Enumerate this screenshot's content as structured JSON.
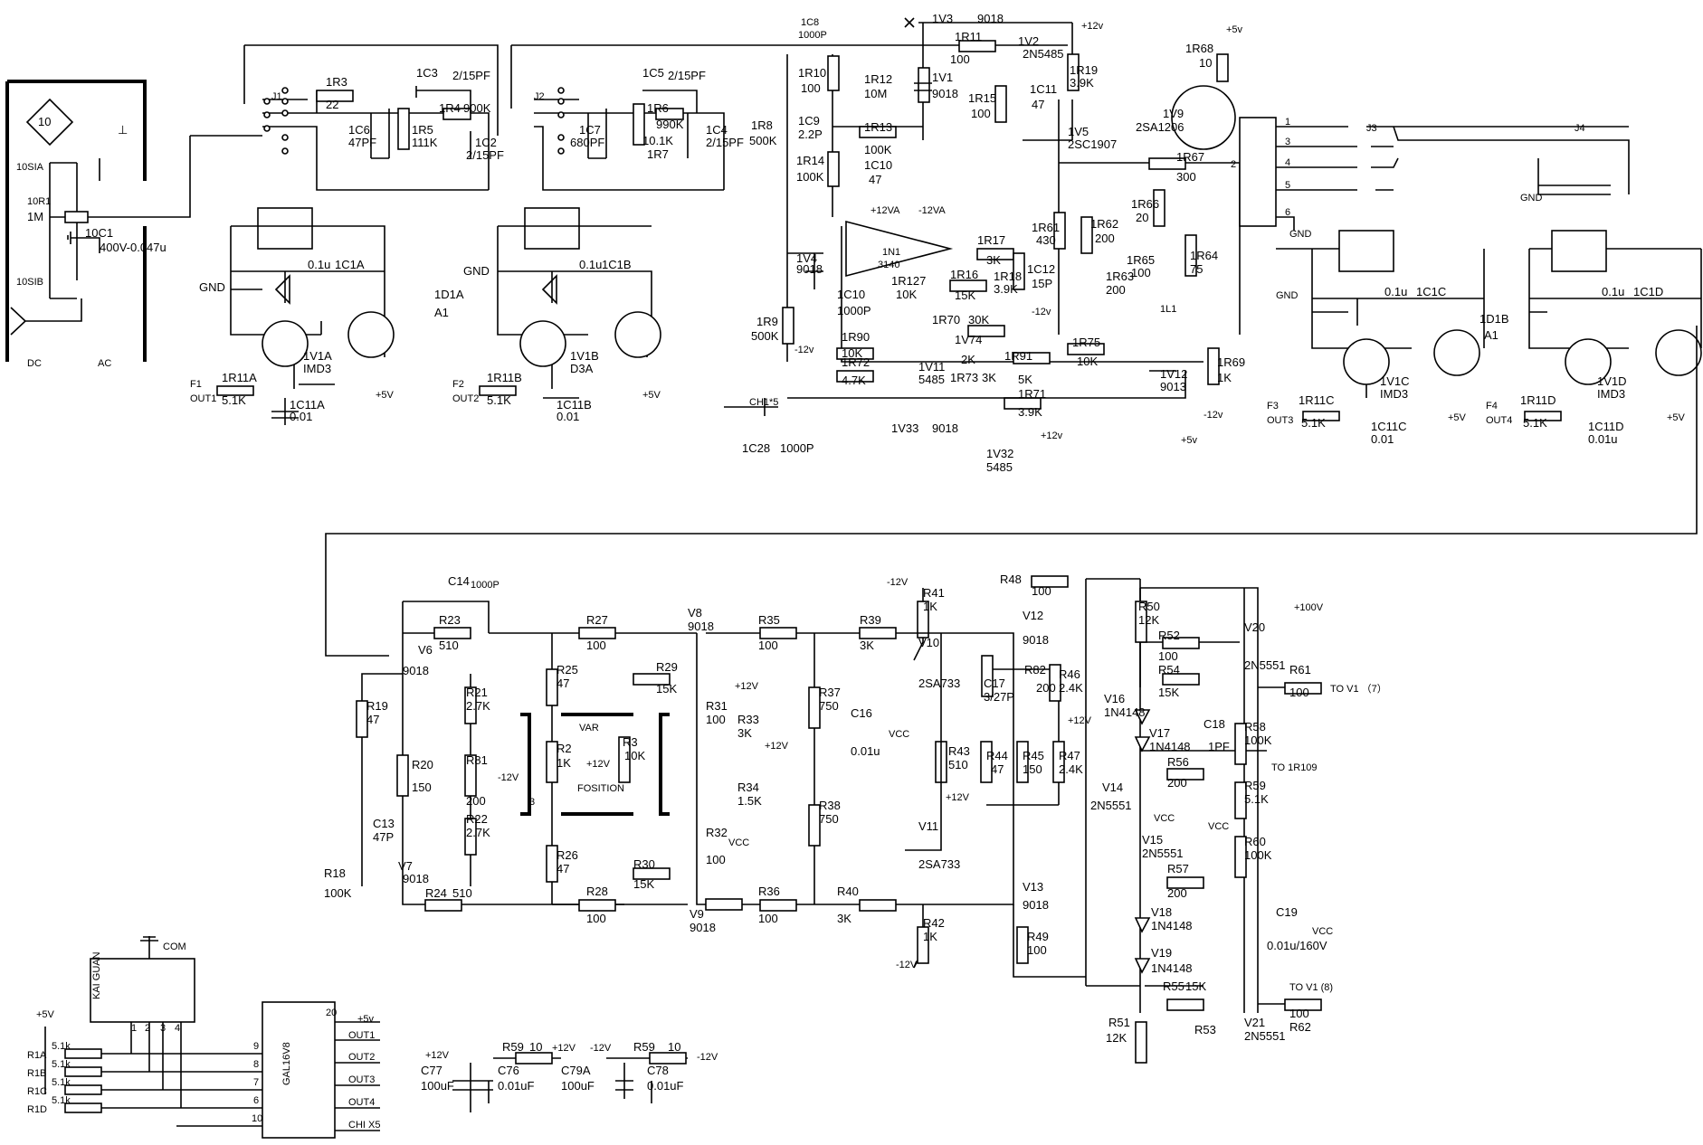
{
  "upper": {
    "switch_block": {
      "r10_1": "10",
      "r1": "10R1",
      "m1": "1M",
      "sia": "10SIA",
      "sib": "10SIB",
      "dc": "DC",
      "ac": "AC",
      "gnd_sym": "⊥",
      "c1": "10C1",
      "c1v": "400V-0.047u"
    },
    "ch1_atten": {
      "j1": "J1",
      "r3": "1R3",
      "r3v": "22",
      "c3": "1C3",
      "c3v": "2/15PF",
      "r4": "1R4",
      "r4v": "900K",
      "c6": "1C6",
      "c6v": "47PF",
      "r5": "1R5",
      "r5v": "111K",
      "c2": "1C2",
      "c2v": "2/15PF"
    },
    "ch2_atten": {
      "j2": "J2",
      "c5": "1C5",
      "c5v": "2/15PF",
      "r6": "1R6",
      "r6v": "990K",
      "c4": "1C4",
      "c4v": "2/15PF",
      "c7": "1C7",
      "c7v": "680PF",
      "r7": "1R7",
      "r7v": "10.1K"
    },
    "amp_a": {
      "label_a": "1D1A",
      "a1": "A1",
      "c1a": "1C1A",
      "c1a_v": "0.1u",
      "gnd": "GND",
      "v1a": "1V1A",
      "imd3": "IMD3",
      "plus5": "+5V",
      "f1": "F1",
      "out1": "OUT1",
      "r11a": "1R11A",
      "r11a_v": "5.1K",
      "c11a": "1C11A",
      "c11a_v": "0.01"
    },
    "amp_b": {
      "c1b": "1C1B",
      "c1b_v": "0.1u",
      "gnd": "GND",
      "v1b": "1V1B",
      "d3a": "D3A",
      "plus5": "+5V",
      "f2": "F2",
      "out2": "OUT2",
      "r11b": "1R11B",
      "r11b_v": "5.1K",
      "c11b": "1C11B",
      "c11b_v": "0.01"
    },
    "center": {
      "c8": "1C8",
      "c8v": "1000P",
      "r10": "1R10",
      "r10v": "100",
      "c9": "1C9",
      "c9v": "2.2P",
      "r8": "1R8",
      "r8v": "500K",
      "r14": "1R14",
      "r14v": "100K",
      "r13": "1R13",
      "r13v": "100K",
      "c10": "1C10",
      "c10v": "47",
      "v4": "1V4",
      "v4v": "9018",
      "op": "1N1",
      "opv": "3140",
      "p12va": "+12VA",
      "m12va": "-12VA",
      "c10b": "1C10",
      "c10bv": "1000P",
      "r9": "1R9",
      "r9v": "500K",
      "r17": "1R17",
      "r17v": "3K",
      "r16": "1R16",
      "r16v": "15K",
      "r127": "1R127",
      "r127v": "10K",
      "r18": "1R18",
      "r18v": "3.9K",
      "r70": "1R70",
      "r70v": "30K",
      "v74": "1V74",
      "v74v": "2K",
      "r90": "1R90",
      "r90v": "10K",
      "r72": "1R72",
      "r72v": "4.7K",
      "v11": "1V11",
      "v11v": "5485",
      "r73": "1R73",
      "r73v": "3K",
      "r91": "1R91",
      "r91v": "5K",
      "r71": "1R71",
      "r71v": "3.9K",
      "ch1": "CH1*5",
      "m12": "-12v",
      "v33": "1V33",
      "v33v": "9018",
      "p12": "+12v",
      "v32": "1V32",
      "v32v": "5485",
      "c28": "1C28",
      "c28v": "1000P",
      "v3": "1V3",
      "v3v": "9018",
      "r11": "1R11",
      "r11v": "100",
      "v2": "1V2",
      "v2v": "2N5485",
      "p12top": "+12v",
      "r12": "1R12",
      "r12v": "10M",
      "v1": "1V1",
      "v1v": "9018",
      "r15": "1R15",
      "r15v": "100",
      "c11": "1C11",
      "c11v": "47",
      "r19": "1R19",
      "r19v": "3.9K",
      "v5": "1V5",
      "v5v": "2SC1907",
      "r61": "1R61",
      "r61v": "430",
      "r62": "1R62",
      "r62v": "200",
      "r63": "1R63",
      "r63v": "200",
      "c12": "1C12",
      "c12v": "15P",
      "m12b": "-12v",
      "r75": "1R75",
      "r75v": "10K",
      "r68": "1R68",
      "r68v": "10",
      "p5": "+5v",
      "v9": "1V9",
      "v9v": "2SA1206",
      "r67": "1R67",
      "r67v": "300",
      "r66": "1R66",
      "r66v": "20",
      "r65": "1R65",
      "r65v": "100",
      "r64": "1R64",
      "r64v": "75",
      "l1": "1L1",
      "v12": "1V12",
      "v12v": "9013",
      "r69": "1R69",
      "r69v": "1K",
      "m12c": "-12v",
      "p5b": "+5v"
    },
    "right": {
      "j3": "J3",
      "j4": "J4",
      "gnd": "GND",
      "gnd2": "GND",
      "gnd3": "GND",
      "p1": "1",
      "p2": "2",
      "p3": "3",
      "p4": "4",
      "p5": "5",
      "p6": "6",
      "d1b": "1D1B",
      "a1": "A1",
      "c1c": "1C1C",
      "c1c_v": "0.1u",
      "c1d": "1C1D",
      "c1d_v": "0.1u",
      "v1c": "1V1C",
      "v1c_v": "IMD3",
      "v1d": "1V1D",
      "v1d_v": "IMD3",
      "plus5c": "+5V",
      "plus5d": "+5V",
      "f3": "F3",
      "out3": "OUT3",
      "r11c": "1R11C",
      "r11c_v": "5.1K",
      "c11c": "1C11C",
      "c11c_v": "0.01",
      "f4": "F4",
      "out4": "OUT4",
      "r11d": "1R11D",
      "r11d_v": "5.1K",
      "c11d": "1C11D",
      "c11d_v": "0.01u"
    }
  },
  "lower": {
    "left": {
      "c14": "C14",
      "c14v": "1000P",
      "r23": "R23",
      "r23v": "510",
      "v6": "V6",
      "v6v": "9018",
      "r19": "R19",
      "r19v": "47",
      "r21": "R21",
      "r21v": "2.7K",
      "r20": "R20",
      "r20v": "150",
      "r81": "R81",
      "r81v": "200",
      "m12": "-12V",
      "r22": "R22",
      "r22v": "2.7K",
      "c13": "C13",
      "c13v": "47P",
      "r18": "R18",
      "r18v": "100K",
      "v7": "V7",
      "v7v": "9018",
      "r24": "R24",
      "r24v": "510"
    },
    "mid": {
      "r27": "R27",
      "r27v": "100",
      "r25": "R25",
      "r25v": "47",
      "var": "VAR",
      "r2": "R2",
      "r2v": "1K",
      "p12": "+12V",
      "r3": "R3",
      "r3v": "10K",
      "fosition": "FOSITION",
      "r26": "R26",
      "r26v": "47",
      "r28": "R28",
      "r28v": "100",
      "r30": "R30",
      "r30v": "15K",
      "r29": "R29",
      "r29v": "15K",
      "v8": "V8",
      "v8v": "9018",
      "v9": "V9",
      "v9v": "9018",
      "r31": "R31",
      "r31v": "100",
      "r33": "R33",
      "r33v": "3K",
      "p12b": "+12V",
      "r34": "R34",
      "r34v": "1.5K",
      "vcc": "VCC",
      "r32": "R32",
      "r32v": "100",
      "r35": "R35",
      "r35v": "100",
      "r36": "R36",
      "r36v": "100",
      "p12c": "+12V",
      "n3": "3"
    },
    "out": {
      "r39": "R39",
      "r39v": "3K",
      "m12": "-12V",
      "r41": "R41",
      "r41v": "1K",
      "v10": "V10",
      "v10v": "2SA733",
      "r37": "R37",
      "r37v": "750",
      "c16": "C16",
      "c16v": "0.01u",
      "vcc": "VCC",
      "r43": "R43",
      "r43v": "510",
      "p12": "+12V",
      "r38": "R38",
      "r38v": "750",
      "v11": "V11",
      "v11v": "2SA733",
      "r40": "R40",
      "r40v": "3K",
      "r42": "R42",
      "r42v": "1K",
      "m12b": "-12V",
      "r48": "R48",
      "r48v": "100",
      "v12": "V12",
      "v12v": "9018",
      "c17": "C17",
      "c17v": "3/27P",
      "r82": "R82",
      "r82v": "200",
      "r46": "R46",
      "r46v": "2.4K",
      "p12b": "+12V",
      "r44": "R44",
      "r44v": "47",
      "r45": "R45",
      "r45v": "150",
      "r47": "R47",
      "r47v": "2.4K",
      "v13": "V13",
      "v13v": "9018",
      "r49": "R49",
      "r49v": "100"
    },
    "hv": {
      "p100": "+100V",
      "r50": "R50",
      "r50v": "12K",
      "r52": "R52",
      "r52v": "100",
      "v20": "V20",
      "v20v": "2N5551",
      "r54": "R54",
      "r54v": "15K",
      "r61": "R61",
      "r61v": "100",
      "tov1": "TO V1 （7）",
      "v16": "V16",
      "v16v": "1N4148",
      "c18": "C18",
      "c18v": "1PF",
      "r58": "R58",
      "r58v": "100K",
      "v17": "V17",
      "v17v": "1N4148",
      "r56": "R56",
      "r56v": "200",
      "to1r109": "TO 1R109",
      "v14": "V14",
      "v14v": "2N5551",
      "vcc": "VCC",
      "r59": "R59",
      "r59v": "5.1K",
      "vcc2": "VCC",
      "v15": "V15",
      "v15v": "2N5551",
      "r60": "R60",
      "r60v": "100K",
      "r57": "R57",
      "r57v": "200",
      "v18": "V18",
      "v18v": "1N4148",
      "c19": "C19",
      "c19v": "0.01u/160V",
      "vcc3": "VCC",
      "v19": "V19",
      "v19v": "1N4148",
      "r55": "R55",
      "r55v": "15K",
      "tov1b": "TO V1  (8)",
      "r51": "R51",
      "r51v": "12K",
      "r53": "R53",
      "v21": "V21",
      "v21v": "2N5551",
      "r62": "R62",
      "r62v": "100"
    }
  },
  "bottom": {
    "com": "COM",
    "kai": "KAI GUAN",
    "p5": "+5V",
    "r1a": "R1A",
    "r1b": "R1B",
    "r1c": "R1C",
    "r1d": "R1D",
    "r51k": "5.1k",
    "pins": [
      "1",
      "2",
      "3",
      "4"
    ],
    "gal": "GAL16V8",
    "p20": "20",
    "p5v": "+5v",
    "pin9": "9",
    "pin8": "8",
    "pin7": "7",
    "pin6": "6",
    "pin10": "10",
    "out1": "OUT1",
    "out2": "OUT2",
    "out3": "OUT3",
    "out4": "OUT4",
    "chx": "CHI X5",
    "c77": "C77",
    "c77v": "100uF",
    "c76": "C76",
    "c76v": "0.01uF",
    "p12v": "+12V",
    "r59": "R59",
    "r59v": "10",
    "p12v2": "+12V",
    "c79": "C79A",
    "c79v": "100uF",
    "c78": "C78",
    "c78v": "0.01uF",
    "m12v": "-12V",
    "r59b": "R59",
    "r59bv": "10",
    "m12v2": "-12V"
  }
}
